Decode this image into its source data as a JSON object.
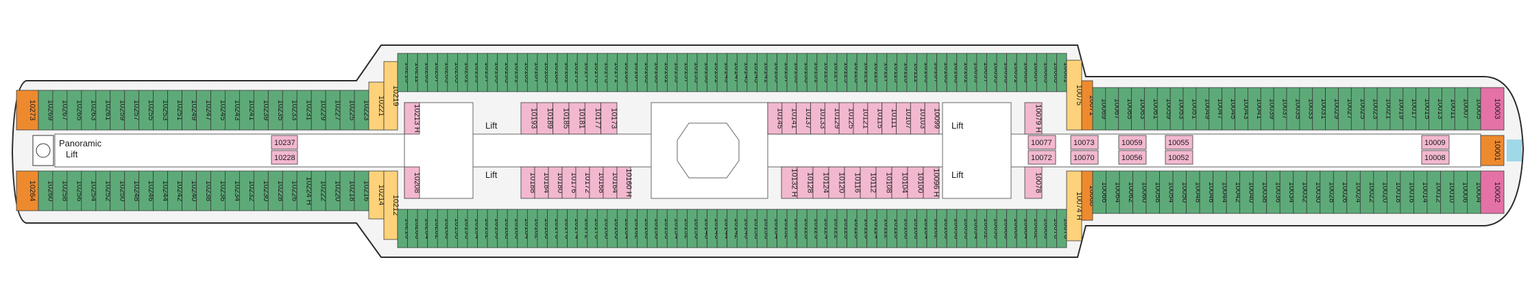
{
  "colors": {
    "balcony": "#5daa78",
    "inside": "#f2b8cf",
    "suite": "#ee8a2e",
    "premium": "#fdd27a",
    "corner_pink": "#e472a6",
    "water": "#9fd8e8",
    "hull_edge": "#2b2b2b",
    "corridor": "#ffffff",
    "deck_floor": "#e8e8e8",
    "line": "#444444"
  },
  "labels": {
    "panoramic": "Panoramic",
    "lift_word": "Lift",
    "lift_fwd_top": "Lift",
    "lift_fwd_bottom": "Lift",
    "lift_aft_top": "Lift",
    "lift_aft_bottom": "Lift"
  },
  "cabins": {
    "aft_top_suite": [
      "10273"
    ],
    "aft_top_row": [
      "10269",
      "10267",
      "10265",
      "10263",
      "10261",
      "10259",
      "10257",
      "10255",
      "10253",
      "10251",
      "10249",
      "10247",
      "10245",
      "10243",
      "10241",
      "10239",
      "10235",
      "10233",
      "10231",
      "10229",
      "10227",
      "10225",
      "10223"
    ],
    "aft_top_premium": [
      "10221"
    ],
    "aft_top_premium_inner": [
      "10219"
    ],
    "aft_bottom_suite": [
      "10264"
    ],
    "aft_bottom_row": [
      "10260",
      "10258",
      "10256",
      "10254",
      "10252",
      "10250",
      "10248",
      "10246",
      "10244",
      "10242",
      "10240",
      "10238",
      "10236",
      "10234",
      "10232",
      "10230",
      "10228",
      "10226",
      "10224 H",
      "10222",
      "10220",
      "10218",
      "10216"
    ],
    "aft_bottom_premium": [
      "10214"
    ],
    "aft_bottom_premium_inner": [
      "10212"
    ],
    "mid_top_outer": [
      "10215",
      "10211",
      "10209",
      "10207",
      "10205",
      "10203",
      "10201",
      "10199",
      "10197",
      "10195",
      "10193",
      "10191",
      "10189",
      "10187",
      "10185",
      "10183",
      "10181",
      "10179",
      "10177",
      "10175",
      "10173",
      "10171",
      "10169",
      "10167",
      "10165",
      "10163",
      "10161",
      "10159",
      "10157",
      "10155",
      "10153",
      "10151",
      "10149",
      "10147",
      "10145",
      "10143",
      "10141",
      "10139",
      "10137",
      "10135",
      "10133",
      "10131",
      "10129",
      "10127",
      "10125",
      "10123",
      "10121",
      "10119",
      "10117",
      "10115",
      "10113",
      "10111",
      "10109",
      "10107",
      "10105",
      "10103",
      "10101",
      "10099",
      "10097",
      "10095",
      "10093",
      "10091",
      "10089",
      "10087",
      "10085",
      "10083",
      "10081"
    ],
    "mid_bottom_outer": [
      "10210",
      "10206",
      "10204",
      "10202",
      "10200",
      "10198",
      "10196",
      "10194",
      "10192",
      "10190",
      "10188",
      "10186",
      "10184",
      "10182",
      "10180",
      "10178",
      "10176",
      "10174",
      "10172",
      "10170",
      "10168",
      "10166",
      "10164",
      "10162",
      "10160",
      "10158",
      "10156",
      "10154",
      "10152",
      "10150",
      "10148",
      "10146",
      "10144",
      "10142",
      "10140",
      "10138",
      "10136",
      "10134",
      "10132",
      "10130",
      "10128",
      "10126",
      "10124",
      "10122",
      "10120",
      "10118",
      "10116",
      "10114",
      "10112",
      "10110",
      "10108",
      "10106",
      "10104",
      "10102",
      "10100",
      "10098",
      "10096",
      "10094",
      "10092",
      "10090",
      "10088",
      "10086",
      "10084",
      "10082",
      "10080",
      "10078",
      "10076"
    ],
    "inside_top_aft": [
      "10213 H"
    ],
    "inside_top_mid_a": [
      "10193",
      "10189",
      "10185",
      "10181",
      "10177",
      "10173"
    ],
    "inside_top_mid_b": [
      "10145",
      "10141",
      "10137",
      "10133",
      "10129",
      "10125",
      "10121",
      "10115",
      "10111",
      "10107",
      "10103",
      "10099"
    ],
    "inside_top_fwd": [
      "10079 H"
    ],
    "inside_bottom_aft": [
      "10208"
    ],
    "inside_bottom_mid_a": [
      "10188",
      "10184",
      "10180",
      "10176",
      "10172",
      "10168",
      "10164",
      "10160 H"
    ],
    "inside_bottom_mid_b": [
      "10132 H",
      "10128",
      "10124",
      "10120",
      "10116",
      "10112",
      "10108",
      "10104",
      "10100",
      "10096 H"
    ],
    "inside_bottom_fwd": [
      "10078"
    ],
    "center_aft_pair": [
      "10237",
      "10228"
    ],
    "center_fwd_pairs": [
      [
        "10077",
        "10072"
      ],
      [
        "10073",
        "10070"
      ],
      [
        "10059",
        "10056"
      ],
      [
        "10055",
        "10052"
      ],
      [
        "10009",
        "10008"
      ]
    ],
    "fwd_top_premium": [
      "10075"
    ],
    "fwd_top_suite_a": [
      "10071"
    ],
    "fwd_top_row": [
      "10069",
      "10067",
      "10065",
      "10063",
      "10061",
      "10059",
      "10053",
      "10051",
      "10049",
      "10047",
      "10045",
      "10043",
      "10041",
      "10039",
      "10037",
      "10035",
      "10033",
      "10031",
      "10029",
      "10027",
      "10025",
      "10023",
      "10021",
      "10019",
      "10017",
      "10015",
      "10013",
      "10011",
      "10007",
      "10005"
    ],
    "fwd_top_corner": [
      "10003"
    ],
    "fwd_center_suite": [
      "10001"
    ],
    "fwd_bottom_premium": [
      "10074 H"
    ],
    "fwd_bottom_suite_a": [
      "10068"
    ],
    "fwd_bottom_row": [
      "10066",
      "10064",
      "10062",
      "10060",
      "10058",
      "10054",
      "10050",
      "10048",
      "10046",
      "10044",
      "10042",
      "10040",
      "10038",
      "10036",
      "10034",
      "10032",
      "10030",
      "10028",
      "10026",
      "10024",
      "10022",
      "10020",
      "10018",
      "10016",
      "10014",
      "10012",
      "10010",
      "10006",
      "10004"
    ],
    "fwd_bottom_corner": [
      "10002"
    ]
  }
}
